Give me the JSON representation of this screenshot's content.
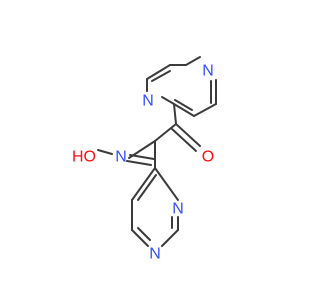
{
  "molecule": {
    "atoms": [
      {
        "id": "n_pz1",
        "symbol": "N",
        "label": "N",
        "color": "#3050F8"
      },
      {
        "id": "n_pz4",
        "symbol": "N",
        "label": "N",
        "color": "#3050F8"
      },
      {
        "id": "o_carbonyl",
        "symbol": "O",
        "label": "O",
        "color": "#FF0D0D"
      },
      {
        "id": "n_oxime",
        "symbol": "N",
        "label": "N",
        "color": "#3050F8"
      },
      {
        "id": "o_hydroxyl",
        "symbol": "O",
        "label": "HO",
        "color": "#FF0D0D"
      },
      {
        "id": "n_pm3",
        "symbol": "N",
        "label": "N",
        "color": "#3050F8"
      },
      {
        "id": "n_pm1",
        "symbol": "N",
        "label": "N",
        "color": "#3050F8"
      }
    ],
    "bond_color": "#3b3b3b",
    "background": "#ffffff"
  }
}
